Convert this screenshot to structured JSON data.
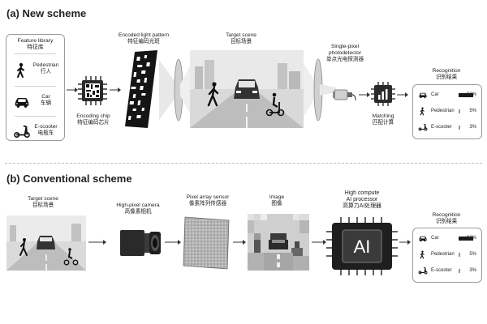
{
  "section_a": {
    "title": "(a)  New scheme",
    "feature_library": {
      "title": "Feature library\n特征库",
      "items": [
        {
          "label": "Pedestrian\n行人",
          "icon": "pedestrian-icon"
        },
        {
          "label": "Car\n车辆",
          "icon": "car-icon"
        },
        {
          "label": "E-scooter\n电瓶车",
          "icon": "scooter-icon"
        }
      ]
    },
    "encoding_chip": "Encoding chip\n特征编码芯片",
    "encoded_pattern": "Encoded light pattern\n特征编码光斑",
    "target_scene": "Target scene\n目标场景",
    "photodetector": "Single-pixel\nphotodetector\n单点光电探测器",
    "matching": "Matching\n匹配计算",
    "recognition": {
      "title": "Recognition\n识别结果",
      "rows": [
        {
          "name": "Car",
          "percent": 92,
          "pct_label": "92%",
          "icon": "car-icon"
        },
        {
          "name": "Pedestrian",
          "percent": 5,
          "pct_label": "5%",
          "icon": "pedestrian-icon"
        },
        {
          "name": "E-scooter",
          "percent": 3,
          "pct_label": "3%",
          "icon": "scooter-icon"
        }
      ]
    }
  },
  "section_b": {
    "title": "(b)  Conventional scheme",
    "target_scene": "Target scene\n目标场景",
    "camera": "High-pixel camera\n高像素相机",
    "sensor": "Pixel array sensor\n像素阵列传感器",
    "image": "Image\n图像",
    "ai_processor": "High compute\nAI processor\n高算力AI处理器",
    "ai_chip_text": "AI",
    "recognition": {
      "title": "Recognition\n识别结果",
      "rows": [
        {
          "name": "Car",
          "percent": 92,
          "pct_label": "92%",
          "icon": "car-icon"
        },
        {
          "name": "Pedestrian",
          "percent": 5,
          "pct_label": "5%",
          "icon": "pedestrian-icon"
        },
        {
          "name": "E-scooter",
          "percent": 3,
          "pct_label": "3%",
          "icon": "scooter-icon"
        }
      ]
    }
  },
  "colors": {
    "accent": "#1a1a1a",
    "muted_bar": "#9a9a9a",
    "panel_border": "#9c9c9c"
  }
}
